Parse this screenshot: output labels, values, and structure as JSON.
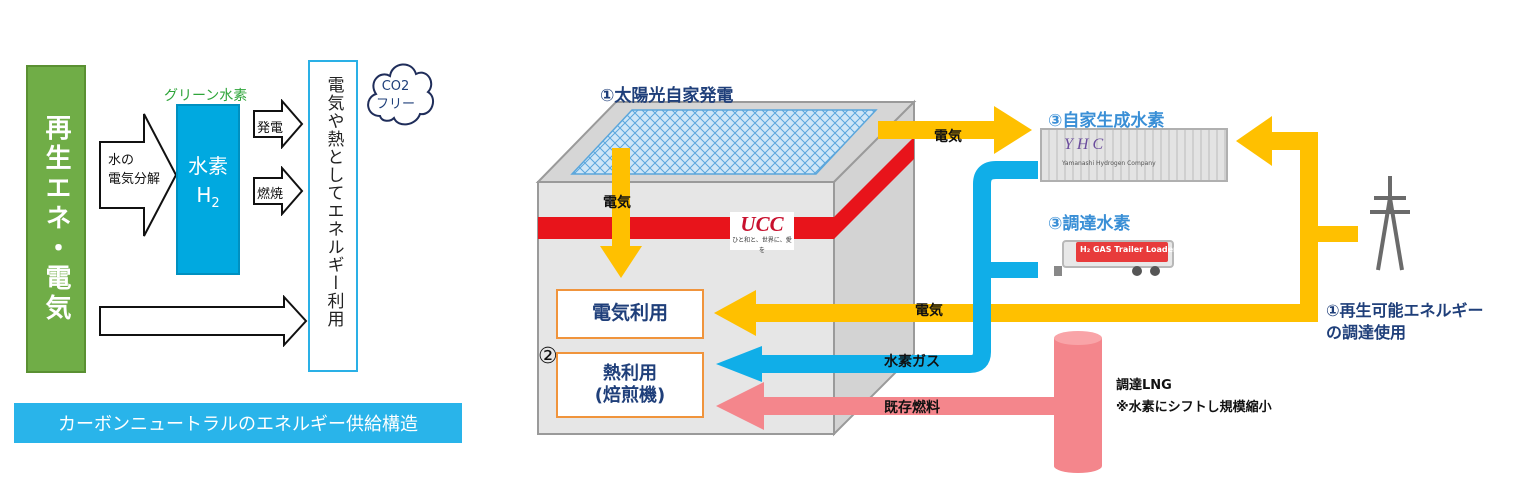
{
  "left_diagram": {
    "renewable_label": "再生エネ・電気",
    "arrow_label_electrolysis": "水の\n電気分解",
    "green_hydrogen_label": "グリーン水素",
    "hydrogen_label": "水素",
    "hydrogen_formula": "H",
    "hydrogen_subscript": "2",
    "arrow_power_gen": "発電",
    "arrow_combustion": "燃焼",
    "use_label": "電気や熱としてエネルギー利用",
    "cloud_label_1": "CO2",
    "cloud_label_2": "フリー",
    "banner": "カーボンニュートラルのエネルギー供給構造"
  },
  "right_diagram": {
    "solar_label": "①太陽光自家発電",
    "electricity_down_label": "電気",
    "electricity_top_label": "電気",
    "ucc_logo": "UCC",
    "ucc_tagline": "ひと和と、世界に、愛を",
    "self_h2_label": "③自家生成水素",
    "yhc_logo": "YHC",
    "yhc_subtitle": "Yamanashi Hydrogen Company",
    "procured_h2_label": "③調達水素",
    "trailer_text": "H₂ GAS Trailer Loader",
    "electric_use_box": "電気利用",
    "circle_two": "②",
    "heat_use_box": "熱利用\n(焙煎機)",
    "electricity_mid_label": "電気",
    "hydrogen_gas_label": "水素ガス",
    "existing_fuel_label": "既存燃料",
    "lng_label": "調達LNG",
    "lng_note": "※水素にシフトし規模縮小",
    "renewable_procurement_label": "①再生可能エネルギー\nの調達使用"
  },
  "colors": {
    "green": "#70ad47",
    "cyan": "#00a9e0",
    "yellow": "#ffc000",
    "blue_pipe": "#10aee8",
    "pink": "#f4868c",
    "red_stripe": "#e8141b",
    "navy_text": "#1f3f7a",
    "orange_border": "#f0943c"
  }
}
